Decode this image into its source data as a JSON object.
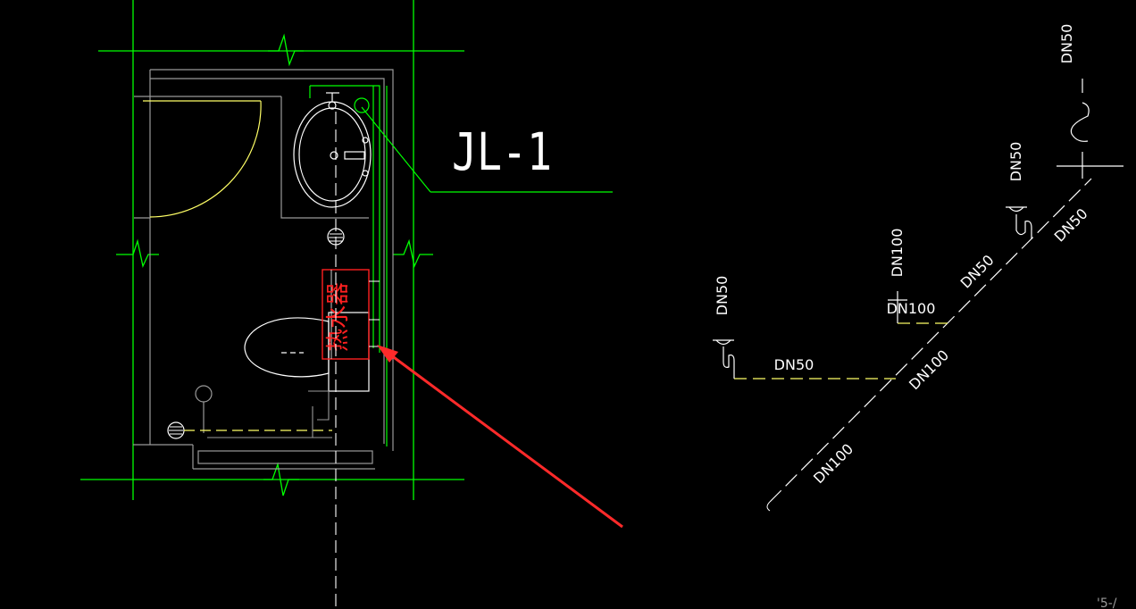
{
  "plan": {
    "riser_label": "JL-1",
    "water_heater_label": "热水器"
  },
  "system": {
    "labels": {
      "dn50_top": "DN50",
      "dn50_upper_mid": "DN50",
      "dn50_right_riser": "DN50",
      "dn50_diag": "DN50",
      "dn100_vert": "DN100",
      "dn100_horiz": "DN100",
      "dn50_left_vert": "DN50",
      "dn50_horiz": "DN50",
      "dn100_diag_mid": "DN100",
      "dn100_diag_low": "DN100"
    },
    "edge_text": "'5-/"
  },
  "colors": {
    "background": "#000000",
    "wall": "#00ff00",
    "fixture": "#ffffff",
    "pipe": "#ffff66",
    "heater": "#ff2020",
    "arrow": "#ff2a2a",
    "text": "#ffffff",
    "grey": "#9a9a9a"
  }
}
